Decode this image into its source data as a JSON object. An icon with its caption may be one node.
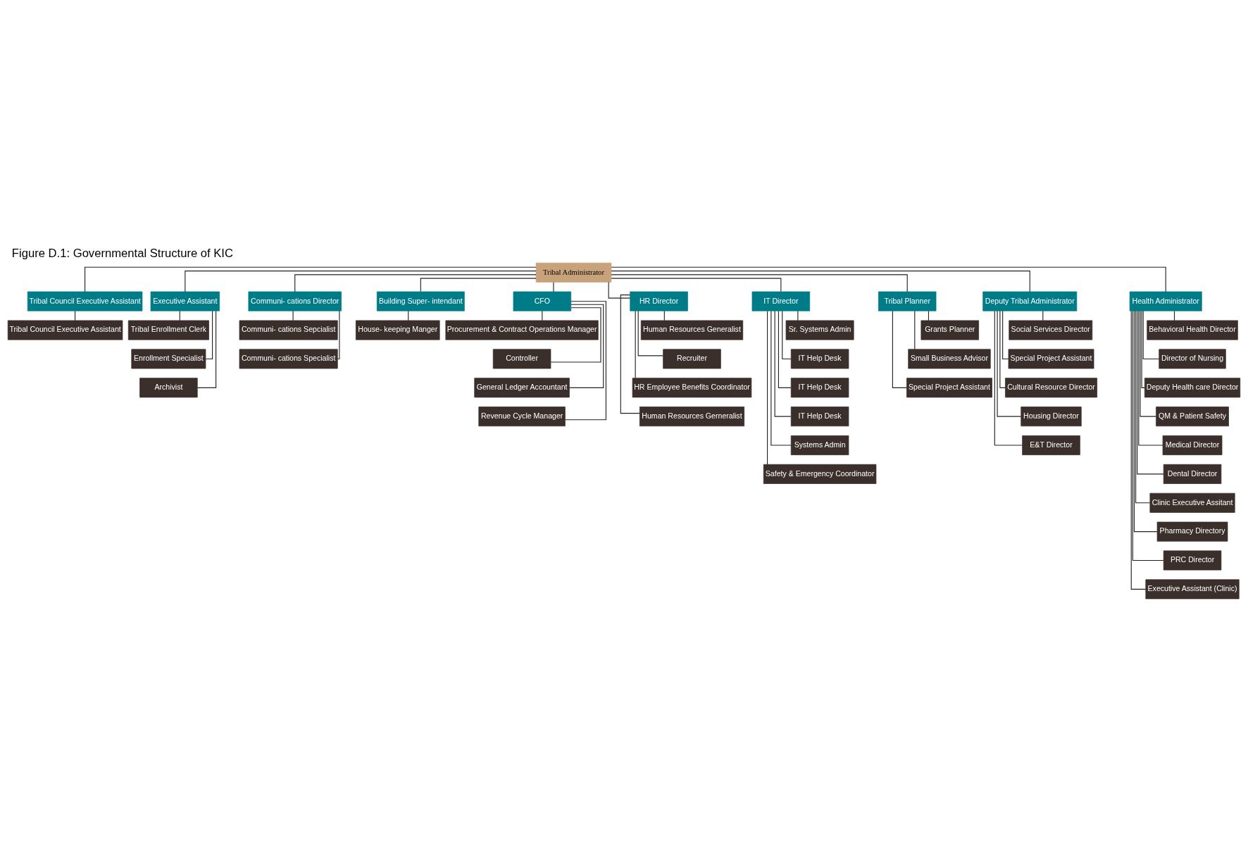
{
  "diagram": {
    "title": "Figure D.1: Governmental Structure of KIC",
    "nodes": [
      {
        "text": [
          "Tribal Administrator"
        ]
      },
      {
        "text": [
          "Tribal Council Executive Assistant"
        ]
      },
      {
        "text": [
          "Executive Assistant"
        ]
      },
      {
        "text": [
          "Communi- cations Director"
        ]
      },
      {
        "text": [
          "Building Super- intendant"
        ]
      },
      {
        "text": [
          "CFO"
        ]
      },
      {
        "text": [
          "HR Director"
        ]
      },
      {
        "text": [
          "IT Director"
        ]
      },
      {
        "text": [
          "Tribal Planner"
        ]
      },
      {
        "text": [
          "Deputy Tribal Administrator"
        ]
      },
      {
        "text": [
          "Health Administrator"
        ]
      },
      {
        "text": [
          "Tribal Council Executive Assistant"
        ]
      },
      {
        "text": [
          "Tribal Enrollment Clerk"
        ]
      },
      {
        "text": [
          "Enrollment Specialist"
        ]
      },
      {
        "text": [
          "Archivist"
        ]
      },
      {
        "text": [
          "Communi- cations Sepcialist"
        ]
      },
      {
        "text": [
          "Communi- cations Specialist"
        ]
      },
      {
        "text": [
          "House- keeping Manger"
        ]
      },
      {
        "text": [
          "Procurement & Contract Operations Manager"
        ]
      },
      {
        "text": [
          "Controller"
        ]
      },
      {
        "text": [
          "General Ledger Accountant"
        ]
      },
      {
        "text": [
          "Revenue Cycle Manager"
        ]
      },
      {
        "text": [
          "Human Resources Generalist"
        ]
      },
      {
        "text": [
          "Recruiter"
        ]
      },
      {
        "text": [
          "HR Employee Benefits Coordinator"
        ]
      },
      {
        "text": [
          "Human Resources Gerneralist"
        ]
      },
      {
        "text": [
          "Sr. Systems Admin"
        ]
      },
      {
        "text": [
          "IT Help Desk"
        ]
      },
      {
        "text": [
          "IT Help Desk"
        ]
      },
      {
        "text": [
          "IT Help Desk"
        ]
      },
      {
        "text": [
          "Systems Admin"
        ]
      },
      {
        "text": [
          "Safety & Emergency Coordinator"
        ]
      },
      {
        "text": [
          "Grants Planner"
        ]
      },
      {
        "text": [
          "Small Business Advisor"
        ]
      },
      {
        "text": [
          "Special Project Assistant"
        ]
      },
      {
        "text": [
          "Social Services Director"
        ]
      },
      {
        "text": [
          "Special Project Assistant"
        ]
      },
      {
        "text": [
          "Cultural Resource Director"
        ]
      },
      {
        "text": [
          "Housing Director"
        ]
      },
      {
        "text": [
          "E&T Director"
        ]
      },
      {
        "text": [
          "Behavioral Health Director"
        ]
      },
      {
        "text": [
          "Director of Nursing"
        ]
      },
      {
        "text": [
          "Deputy Health care Director"
        ]
      },
      {
        "text": [
          "QM & Patient Safety"
        ]
      },
      {
        "text": [
          "Medical Director"
        ]
      },
      {
        "text": [
          "Dental Director"
        ]
      },
      {
        "text": [
          "Clinic Executive Assitant"
        ]
      },
      {
        "text": [
          "Pharmacy Directory"
        ]
      },
      {
        "text": [
          "PRC Director"
        ]
      },
      {
        "text": [
          "Executive Assistant (Clinic)"
        ]
      }
    ],
    "edges": [
      {
        "from": 0,
        "to": 1,
        "arrow": "none"
      },
      {
        "from": 0,
        "to": 2,
        "arrow": "none"
      },
      {
        "from": 0,
        "to": 3,
        "arrow": "none"
      },
      {
        "from": 0,
        "to": 4,
        "arrow": "none"
      },
      {
        "from": 0,
        "to": 5,
        "arrow": "none"
      },
      {
        "from": 0,
        "to": 6,
        "arrow": "none"
      },
      {
        "from": 0,
        "to": 7,
        "arrow": "none"
      },
      {
        "from": 0,
        "to": 8,
        "arrow": "none"
      },
      {
        "from": 0,
        "to": 9,
        "arrow": "none"
      },
      {
        "from": 0,
        "to": 10,
        "arrow": "none"
      },
      {
        "from": 1,
        "to": 11,
        "arrow": "none"
      },
      {
        "from": 2,
        "to": 12,
        "arrow": "none"
      },
      {
        "from": 2,
        "to": 13,
        "arrow": "none"
      },
      {
        "from": 2,
        "to": 14,
        "arrow": "none"
      },
      {
        "from": 3,
        "to": 15,
        "arrow": "none"
      },
      {
        "from": 3,
        "to": 16,
        "arrow": "none"
      },
      {
        "from": 4,
        "to": 17,
        "arrow": "none"
      },
      {
        "from": 5,
        "to": 18,
        "arrow": "none"
      },
      {
        "from": 5,
        "to": 19,
        "arrow": "none"
      },
      {
        "from": 5,
        "to": 20,
        "arrow": "none"
      },
      {
        "from": 5,
        "to": 21,
        "arrow": "none"
      },
      {
        "from": 6,
        "to": 22,
        "arrow": "none"
      },
      {
        "from": 6,
        "to": 23,
        "arrow": "none"
      },
      {
        "from": 6,
        "to": 24,
        "arrow": "none"
      },
      {
        "from": 6,
        "to": 25,
        "arrow": "none"
      },
      {
        "from": 7,
        "to": 26,
        "arrow": "none"
      },
      {
        "from": 7,
        "to": 27,
        "arrow": "none"
      },
      {
        "from": 7,
        "to": 28,
        "arrow": "none"
      },
      {
        "from": 7,
        "to": 29,
        "arrow": "none"
      },
      {
        "from": 7,
        "to": 30,
        "arrow": "none"
      },
      {
        "from": 7,
        "to": 31,
        "arrow": "none"
      },
      {
        "from": 8,
        "to": 32,
        "arrow": "none"
      },
      {
        "from": 8,
        "to": 33,
        "arrow": "none"
      },
      {
        "from": 8,
        "to": 34,
        "arrow": "none"
      },
      {
        "from": 9,
        "to": 35,
        "arrow": "none"
      },
      {
        "from": 9,
        "to": 36,
        "arrow": "none"
      },
      {
        "from": 9,
        "to": 37,
        "arrow": "none"
      },
      {
        "from": 9,
        "to": 38,
        "arrow": "none"
      },
      {
        "from": 9,
        "to": 39,
        "arrow": "none"
      },
      {
        "from": 10,
        "to": 40,
        "arrow": "none"
      },
      {
        "from": 10,
        "to": 41,
        "arrow": "none"
      },
      {
        "from": 10,
        "to": 42,
        "arrow": "none"
      },
      {
        "from": 10,
        "to": 43,
        "arrow": "none"
      },
      {
        "from": 10,
        "to": 44,
        "arrow": "none"
      },
      {
        "from": 10,
        "to": 45,
        "arrow": "none"
      },
      {
        "from": 10,
        "to": 46,
        "arrow": "none"
      },
      {
        "from": 10,
        "to": 47,
        "arrow": "none"
      },
      {
        "from": 10,
        "to": 48,
        "arrow": "none"
      },
      {
        "from": 10,
        "to": 49,
        "arrow": "none"
      }
    ]
  }
}
